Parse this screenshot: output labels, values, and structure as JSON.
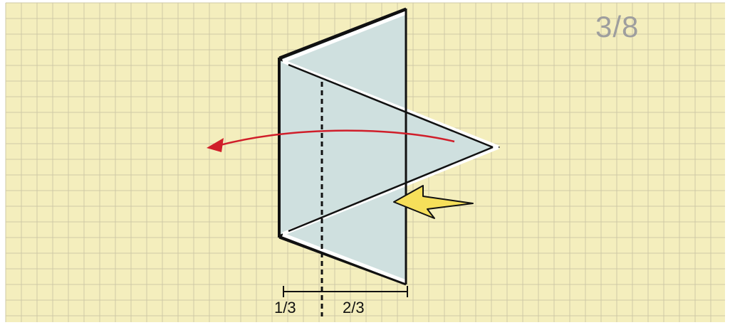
{
  "step": {
    "indicator": "3/8"
  },
  "measure": {
    "left_label": "1/3",
    "right_label": "2/3"
  },
  "colors": {
    "grid_paper": "#f4eebd",
    "grid_line": "#cfc9a6",
    "paper": "#cfe0df",
    "paper_outline": "#111111",
    "arrow": "#d01e2a",
    "pointer_fill": "#f6df5a",
    "step_text": "#9e9e9e"
  },
  "icons": {
    "move_arrow": "curved-arrow-left-icon",
    "pointer": "pointer-arrow-icon"
  }
}
